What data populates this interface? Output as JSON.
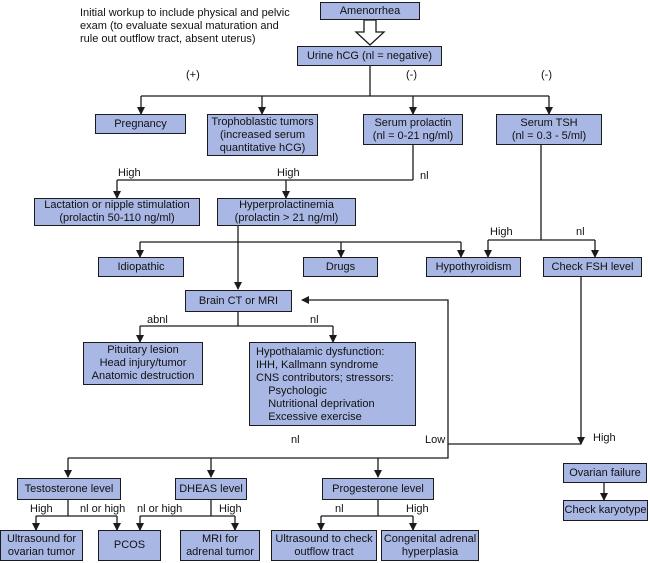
{
  "note": "Initial workup to include physical and pelvic\nexam (to evaluate sexual maturation and\nrule out outflow tract, absent uterus)",
  "nodes": {
    "amenorrhea": "Amenorrhea",
    "urine_hcg": "Urine hCG (nl = negative)",
    "pregnancy": "Pregnancy",
    "troph": "Trophoblastic tumors\n(increased serum\nquantitative hCG)",
    "prolactin": "Serum prolactin\n(nl = 0-21 ng/ml)",
    "tsh": "Serum TSH\n(nl = 0.3 - 5/ml)",
    "lactation": "Lactation or nipple stimulation\n(prolactin 50-110 ng/ml)",
    "hyperprolactinemia": "Hyperprolactinemia\n(prolactin > 21 ng/ml)",
    "idiopathic": "Idiopathic",
    "drugs": "Drugs",
    "hypothyroidism": "Hypothyroidism",
    "fsh": "Check FSH level",
    "brain_ct": "Brain CT or MRI",
    "pituitary": "Pituitary lesion\nHead injury/tumor\nAnatomic destruction",
    "hypothalamic": "Hypothalamic dysfunction:\nIHH, Kallmann syndrome\nCNS contributors; stressors:\n    Psychologic\n    Nutritional deprivation\n    Excessive exercise",
    "testosterone": "Testosterone level",
    "dheas": "DHEAS level",
    "progesterone": "Progesterone level",
    "ovarian_failure": "Ovarian failure",
    "karyotype": "Check karyotype",
    "ovarian_tumor": "Ultrasound for\novarian tumor",
    "pcos": "PCOS",
    "adrenal_tumor": "MRI for\nadrenal tumor",
    "outflow": "Ultrasound to check\noutflow tract",
    "cah": "Congenital adrenal\nhyperplasia"
  },
  "edge_labels": {
    "plus": "(+)",
    "minus_mid": "(-)",
    "minus_right": "(-)",
    "high_lactation": "High",
    "high_hyper": "High",
    "nl_prolactin": "nl",
    "high_tsh": "High",
    "nl_tsh": "nl",
    "abnl": "abnl",
    "nl_brain": "nl",
    "nl_fsh": "nl",
    "low_fsh": "Low",
    "high_fsh": "High",
    "high_testo": "High",
    "nl_or_high_testo": "nl or high",
    "nl_or_high_dheas": "nl or high",
    "high_dheas": "High",
    "nl_prog": "nl",
    "high_prog": "High"
  },
  "colors": {
    "box_fill": "#a9b7e4",
    "line": "#1b1b1b"
  }
}
